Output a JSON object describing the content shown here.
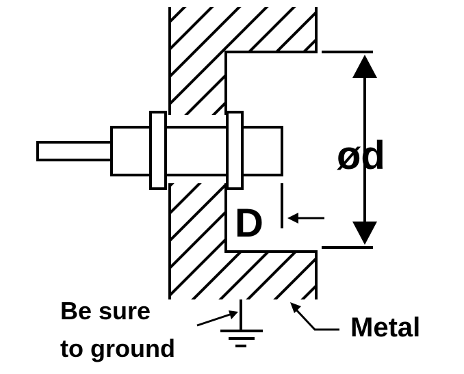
{
  "labels": {
    "diameter": "ød",
    "distance": "D",
    "ground_line1": "Be sure",
    "ground_line2": "to ground",
    "material": "Metal"
  },
  "colors": {
    "stroke": "#000000",
    "background": "#ffffff"
  }
}
